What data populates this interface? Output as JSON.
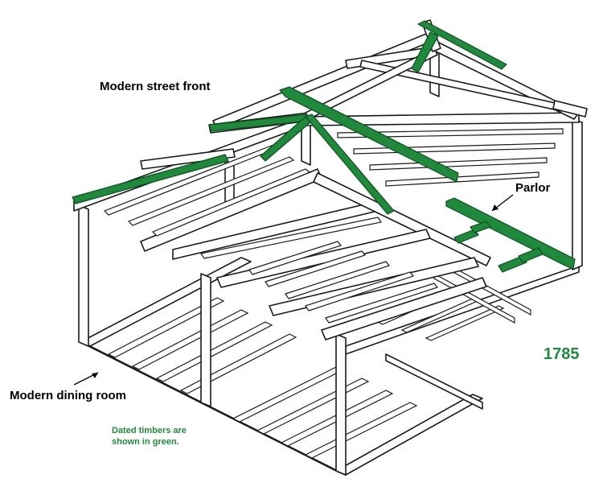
{
  "labels": {
    "street_front": "Modern street front",
    "parlor": "Parlor",
    "dining_room": "Modern dining room",
    "year": "1785",
    "note_line1": "Dated timbers are",
    "note_line2": "shown in green."
  },
  "colors": {
    "dated_timber": "#1f8a3b",
    "line": "#1a1a1a",
    "background": "#ffffff"
  }
}
